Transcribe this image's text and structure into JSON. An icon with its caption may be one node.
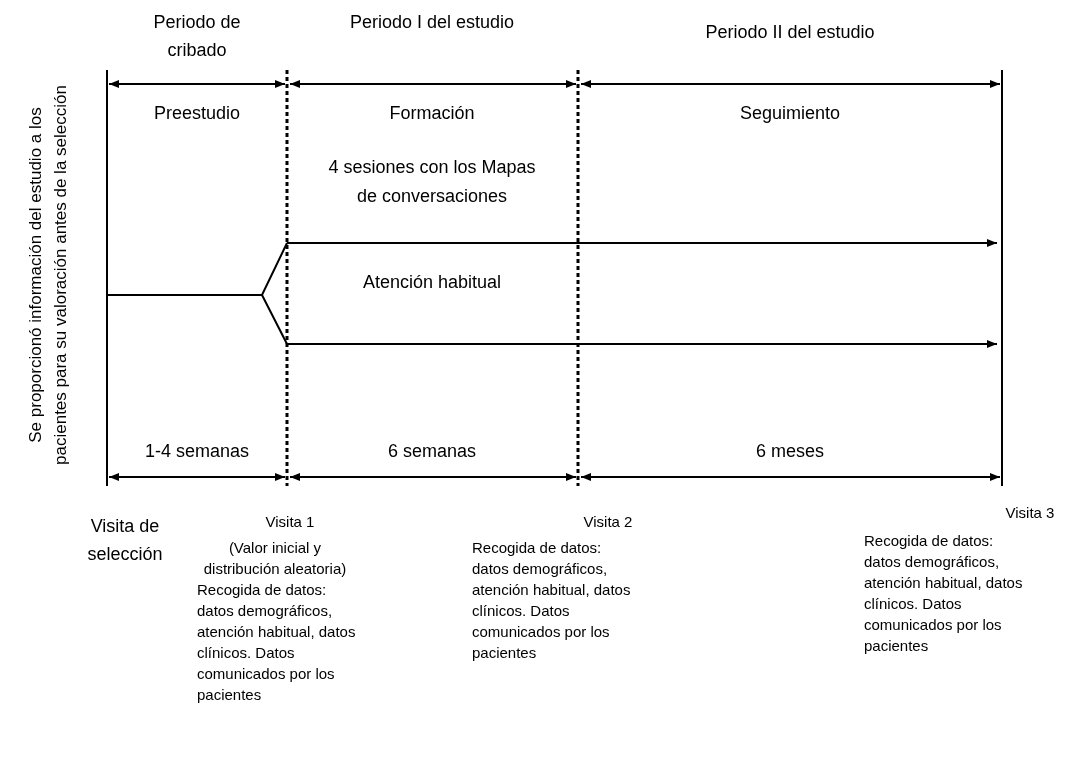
{
  "diagram": {
    "labels": [
      "Periodo de cribado",
      "Periodo I del estudio",
      "Periodo II del estudio",
      "Preestudio",
      "Formación",
      "Seguimiento",
      "Se proporcionó información del estudio a los pacientes para su valoración antes de la selección",
      "4 sesiones con los Mapas de conversaciones",
      "Atención habitual",
      "1-4 semanas",
      "6 semanas",
      "6 meses",
      "Visita de selección",
      "Visita 1",
      "Visita 2",
      "Visita 3",
      "(Valor inicial y distribución aleatoria)",
      "Recogida de datos: datos demográficos, atención habitual, datos clínicos. Datos comunicados por los pacientes",
      "Recogida de datos: datos demográficos, atención habitual, datos clínicos. Datos comunicados por los pacientes",
      "Recogida de datos: datos demográficos, atención habitual, datos clínicos. Datos comunicados por los pacientes"
    ]
  }
}
